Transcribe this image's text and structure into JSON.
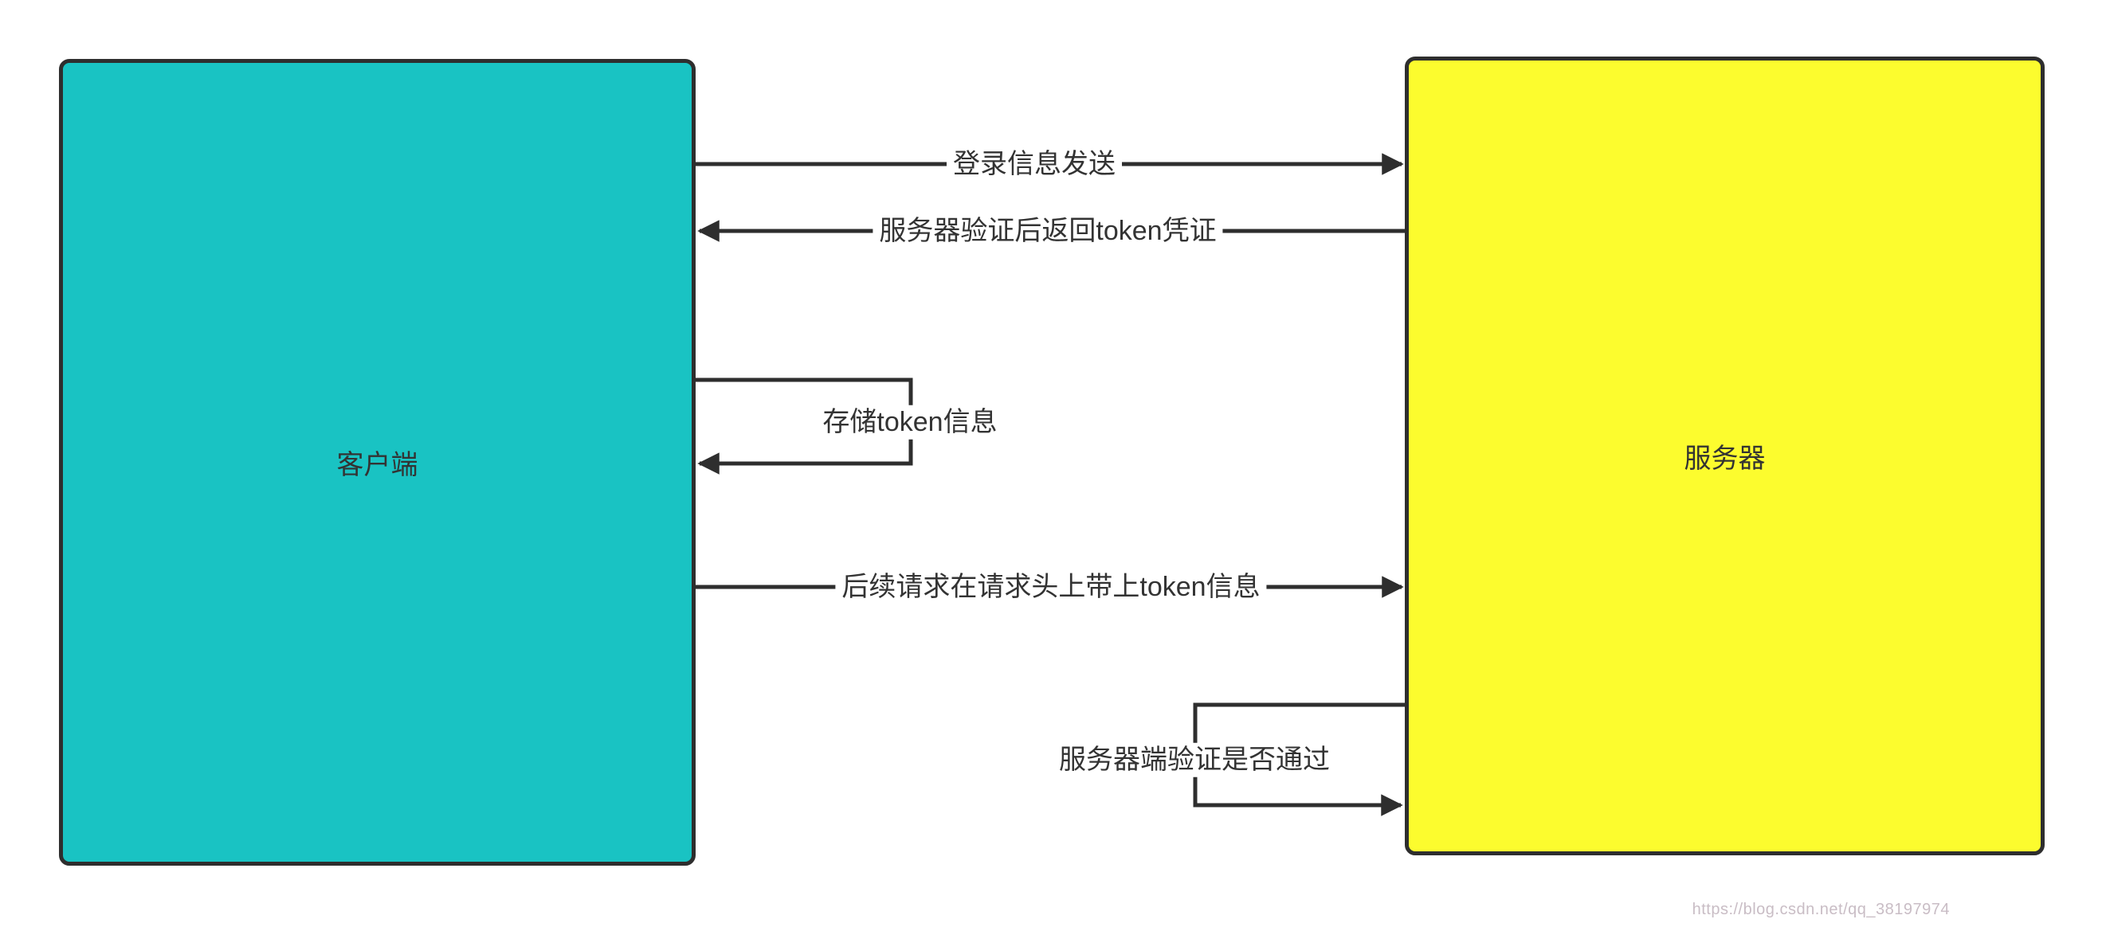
{
  "diagram": {
    "nodes": [
      {
        "id": "client",
        "label": "客户端",
        "fill": "#19c3c3"
      },
      {
        "id": "server",
        "label": "服务器",
        "fill": "#fcfc2e"
      }
    ],
    "edges": [
      {
        "from": "client",
        "to": "server",
        "label": "登录信息发送"
      },
      {
        "from": "server",
        "to": "client",
        "label": "服务器验证后返回token凭证"
      },
      {
        "from": "client",
        "to": "client",
        "label": "存储token信息"
      },
      {
        "from": "client",
        "to": "server",
        "label": "后续请求在请求头上带上token信息"
      },
      {
        "from": "server",
        "to": "server",
        "label": "服务器端验证是否通过"
      }
    ],
    "colors": {
      "stroke": "#2e2e2e",
      "text": "#333333",
      "background": "#ffffff"
    },
    "watermark": "https://blog.csdn.net/qq_38197974"
  }
}
